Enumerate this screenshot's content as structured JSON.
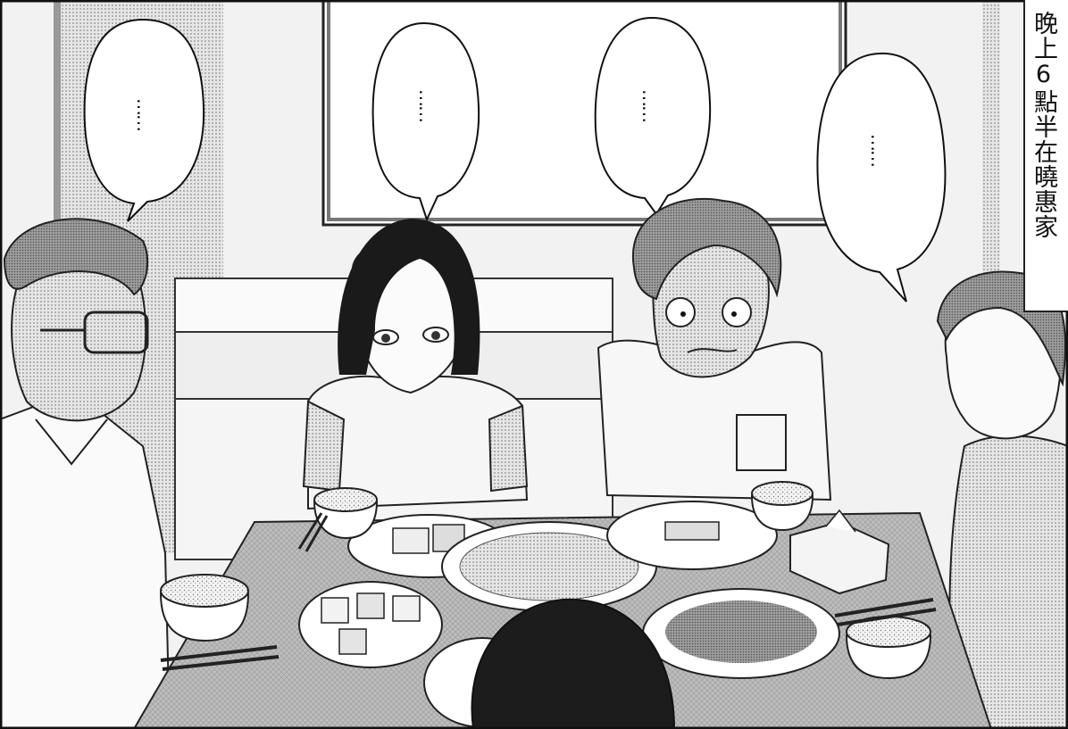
{
  "bubbles": [
    {
      "id": "bubble-dad",
      "text": "……"
    },
    {
      "id": "bubble-girl",
      "text": "……"
    },
    {
      "id": "bubble-boy",
      "text": "……"
    },
    {
      "id": "bubble-mother",
      "text": "……"
    }
  ],
  "caption": {
    "text": "晚上6點半在曉惠家"
  },
  "colors": {
    "ink": "#111111",
    "screentone": "#b8b8b8",
    "paper": "#ffffff"
  }
}
